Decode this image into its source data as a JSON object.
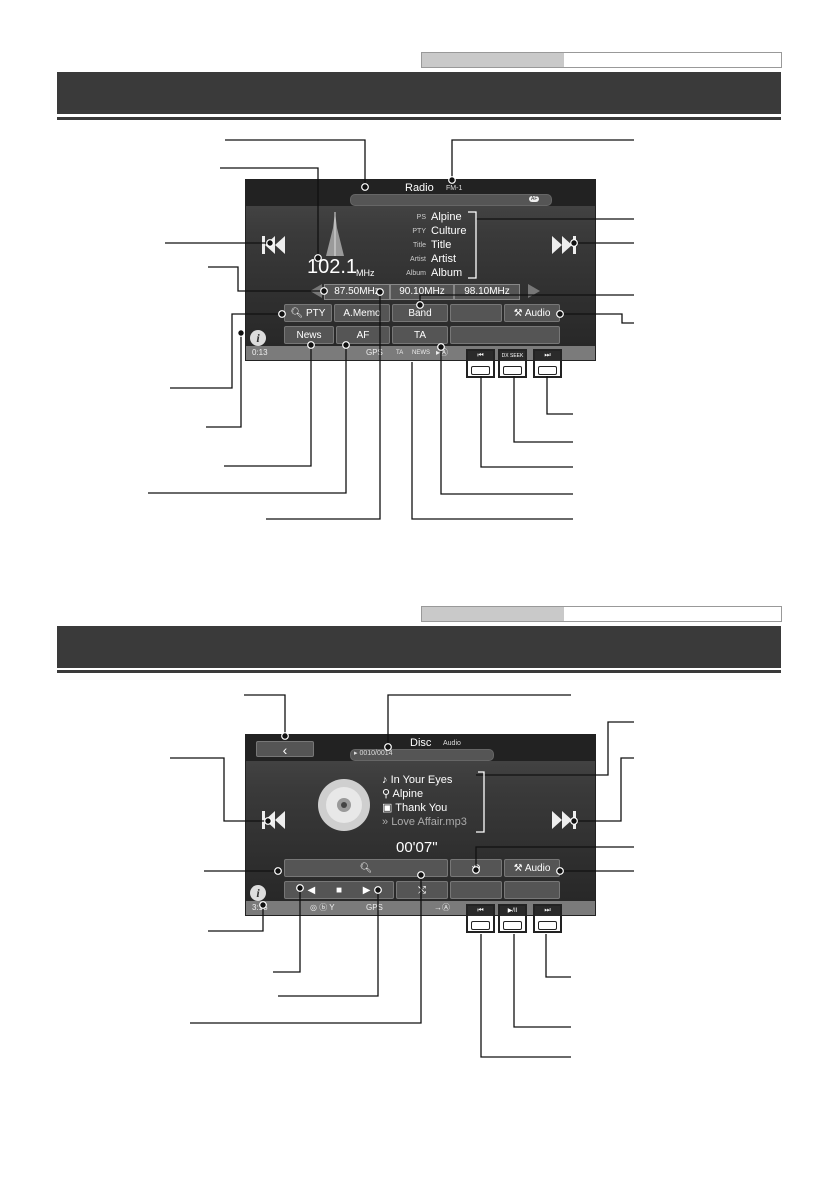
{
  "radio": {
    "title": "Radio",
    "band_label": "FM-1",
    "af_badge": "AF",
    "frequency": "102.1",
    "frequency_unit": "MHz",
    "meta": [
      {
        "label": "PS",
        "value": "Alpine"
      },
      {
        "label": "PTY",
        "value": "Culture"
      },
      {
        "label": "Title",
        "value": "Title"
      },
      {
        "label": "Artist",
        "value": "Artist"
      },
      {
        "label": "Album",
        "value": "Album"
      }
    ],
    "presets": [
      "87.50MHz",
      "90.10MHz",
      "98.10MHz"
    ],
    "buttons_row1": [
      "PTY",
      "A.Memo",
      "Band",
      "Audio"
    ],
    "buttons_row2": [
      "News",
      "AF",
      "TA"
    ],
    "status_time": "0:13",
    "status_gps": "GPS",
    "status_ta": "TA",
    "status_news": "NEWS",
    "hw_buttons": [
      "⏮",
      "DX SEEK",
      "⏭"
    ]
  },
  "disc": {
    "title": "Disc",
    "subtitle": "Audio",
    "track_counter": "0010/0014",
    "meta": [
      "In Your Eyes",
      "Alpine",
      "Thank You",
      "Love Affair.mp3"
    ],
    "elapsed": "00'07\"",
    "audio_label": "Audio",
    "status_time": "3:15",
    "status_gps": "GPS",
    "hw_buttons": [
      "⏮",
      "▶/II",
      "⏭"
    ]
  }
}
